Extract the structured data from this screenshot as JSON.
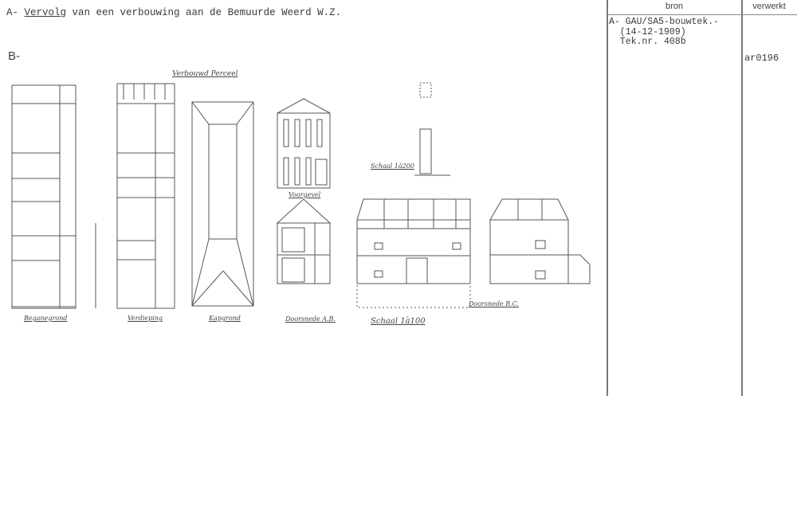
{
  "header": {
    "prefix": "A- ",
    "title_underlined": "Vervolg",
    "title_rest": " van een verbouwing aan de Bemuurde Weerd W.Z."
  },
  "section_b": "B-",
  "table": {
    "col_source": "bron",
    "col_processed": "verwerkt",
    "source_lines": [
      "A- GAU/SA5-bouwtek.-",
      "  (14-12-1909)",
      "  Tek.nr. 408b"
    ],
    "processed": "ar0196"
  },
  "drawing_labels": {
    "title": "Verbouwd Perceel",
    "ground_floor": "Beganegrond",
    "first_floor": "Verdieping",
    "roof_plan": "Kapgrond",
    "facade": "Voorgevel",
    "section_ab": "Doorsnede A.B.",
    "section_bc": "Doorsnede B.C.",
    "scale_100": "Schaal 1à100",
    "scale_200": "Schaal 1à200"
  }
}
